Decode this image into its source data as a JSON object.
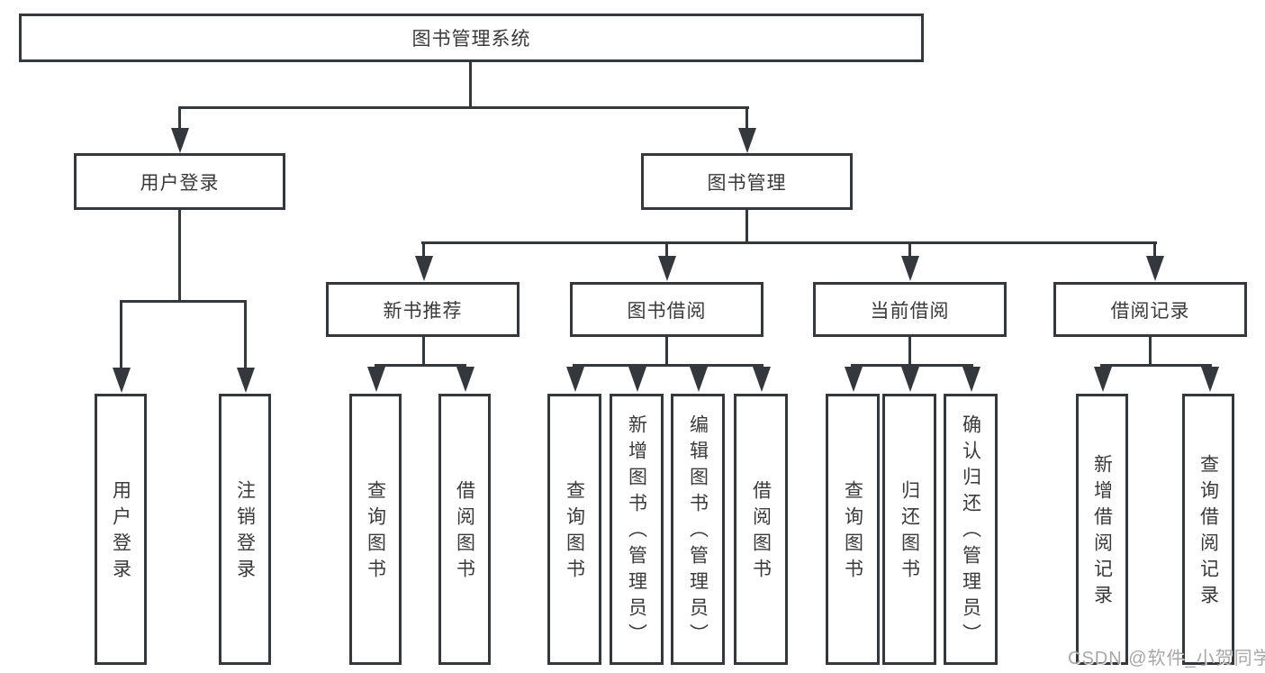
{
  "tree": {
    "root": {
      "label": "图书管理系统",
      "children": [
        {
          "label": "用户登录",
          "children": [
            {
              "label": "用户登录"
            },
            {
              "label": "注销登录"
            }
          ]
        },
        {
          "label": "图书管理",
          "children": [
            {
              "label": "新书推荐",
              "children": [
                {
                  "label": "查询图书"
                },
                {
                  "label": "借阅图书"
                }
              ]
            },
            {
              "label": "图书借阅",
              "children": [
                {
                  "label": "查询图书"
                },
                {
                  "label": "新增图书（管理员）"
                },
                {
                  "label": "编辑图书（管理员）"
                },
                {
                  "label": "借阅图书"
                }
              ]
            },
            {
              "label": "当前借阅",
              "children": [
                {
                  "label": "查询图书"
                },
                {
                  "label": "归还图书"
                },
                {
                  "label": "确认归还（管理员）"
                }
              ]
            },
            {
              "label": "借阅记录",
              "children": [
                {
                  "label": "新增借阅记录"
                },
                {
                  "label": "查询借阅记录"
                }
              ]
            }
          ]
        }
      ]
    }
  },
  "watermark": {
    "text": "CSDN @软件_小贺同学"
  },
  "colors": {
    "line": "#34373c",
    "text": "#3a3a3a",
    "background": "#ffffff",
    "watermark": "#9b9b9b"
  }
}
